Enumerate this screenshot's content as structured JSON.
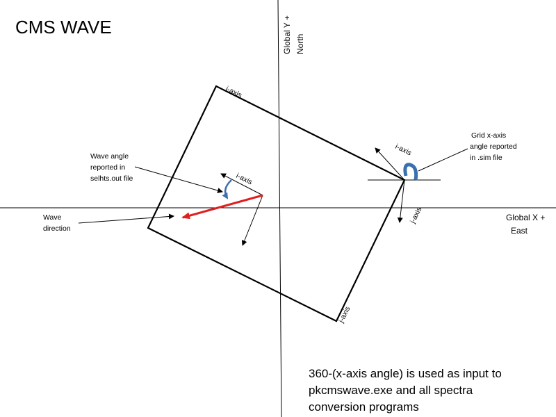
{
  "title": "CMS WAVE",
  "global_y_axis": {
    "line1": "Global Y +",
    "line2": "North"
  },
  "global_x_axis": {
    "line1": "Global X +",
    "line2": "East"
  },
  "grid_labels": {
    "i_axis_top": "i-axis",
    "j_axis_bottom": "j-axis"
  },
  "wave_angle_callout": {
    "line1": "Wave angle",
    "line2": "reported in",
    "line3": "selhts.out file"
  },
  "wave_direction_callout": {
    "line1": "Wave",
    "line2": "direction"
  },
  "wave_local_labels": {
    "i_axis": "i-axis"
  },
  "grid_angle_callout": {
    "line1": "Grid x-axis",
    "line2": "angle reported",
    "line3": "in .sim file"
  },
  "corner_labels": {
    "i_axis": "i-axis",
    "j_axis": "j-axis"
  },
  "note": {
    "line1": "360-(x-axis angle) is used as input to",
    "line2": "pkcmswave.exe and all spectra",
    "line3": "conversion programs"
  },
  "colors": {
    "wave_arrow": "#e02020",
    "angle_arc": "#3a6fb0",
    "lines": "#000000"
  }
}
